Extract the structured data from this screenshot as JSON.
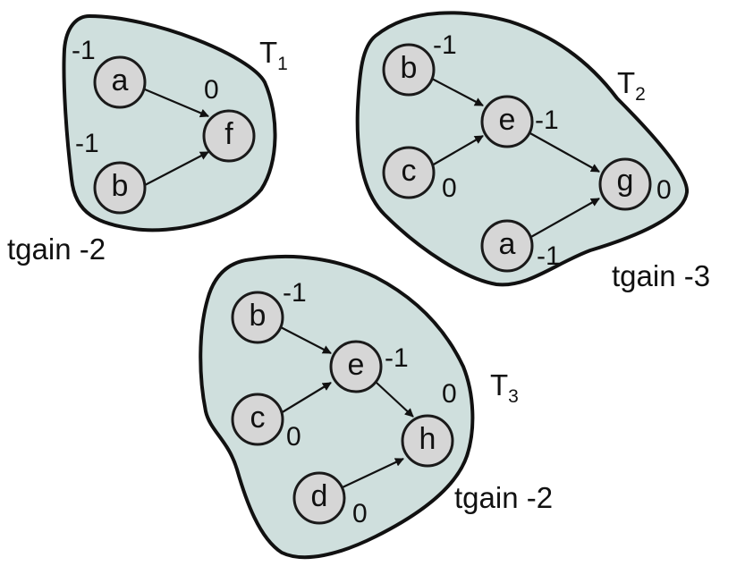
{
  "colors": {
    "region_fill": "#cfdfdd",
    "node_fill": "#d6d6d6",
    "stroke": "#111111"
  },
  "trees": [
    {
      "name": "T",
      "sub": "1",
      "tgain": "tgain -2",
      "nodes": [
        {
          "id": "a",
          "label": "a",
          "gain": "-1"
        },
        {
          "id": "b",
          "label": "b",
          "gain": "-1"
        },
        {
          "id": "f",
          "label": "f",
          "gain": "0"
        }
      ],
      "edges": [
        [
          "a",
          "f"
        ],
        [
          "b",
          "f"
        ]
      ]
    },
    {
      "name": "T",
      "sub": "2",
      "tgain": "tgain -3",
      "nodes": [
        {
          "id": "b",
          "label": "b",
          "gain": "-1"
        },
        {
          "id": "e",
          "label": "e",
          "gain": "-1"
        },
        {
          "id": "c",
          "label": "c",
          "gain": "0"
        },
        {
          "id": "g",
          "label": "g",
          "gain": "0"
        },
        {
          "id": "a",
          "label": "a",
          "gain": "-1"
        }
      ],
      "edges": [
        [
          "b",
          "e"
        ],
        [
          "c",
          "e"
        ],
        [
          "e",
          "g"
        ],
        [
          "a",
          "g"
        ]
      ]
    },
    {
      "name": "T",
      "sub": "3",
      "tgain": "tgain -2",
      "nodes": [
        {
          "id": "b",
          "label": "b",
          "gain": "-1"
        },
        {
          "id": "e",
          "label": "e",
          "gain": "-1"
        },
        {
          "id": "c",
          "label": "c",
          "gain": "0"
        },
        {
          "id": "h",
          "label": "h",
          "gain": "0"
        },
        {
          "id": "d",
          "label": "d",
          "gain": "0"
        }
      ],
      "edges": [
        [
          "b",
          "e"
        ],
        [
          "c",
          "e"
        ],
        [
          "e",
          "h"
        ],
        [
          "d",
          "h"
        ]
      ]
    }
  ]
}
